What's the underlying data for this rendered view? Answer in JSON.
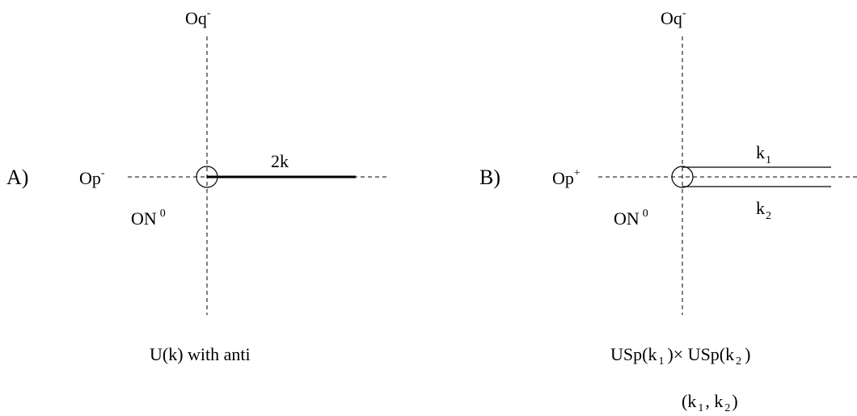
{
  "panel_a": {
    "tag": "A)",
    "oq_base": "Oq",
    "oq_sup": "-",
    "op_base": "Op",
    "op_sup": "-",
    "on_base": "ON",
    "on_sup": "0",
    "brane_label": "2k",
    "caption": "U(k) with anti"
  },
  "panel_b": {
    "tag": "B)",
    "oq_base": "Oq",
    "oq_sup": "-",
    "op_base": "Op",
    "op_sup": "+",
    "on_base": "ON",
    "on_sup": "0",
    "k1_base": "k",
    "k1_sub": "1",
    "k2_base": "k",
    "k2_sub": "2",
    "caption1_a": "USp(k",
    "caption1_a_sub": "1",
    "caption1_b": ")×  USp(k",
    "caption1_b_sub": "2",
    "caption1_c": ")",
    "caption2_a": "(k",
    "caption2_a_sub": "1",
    "caption2_b": ", k",
    "caption2_b_sub": "2",
    "caption2_c": ")"
  }
}
